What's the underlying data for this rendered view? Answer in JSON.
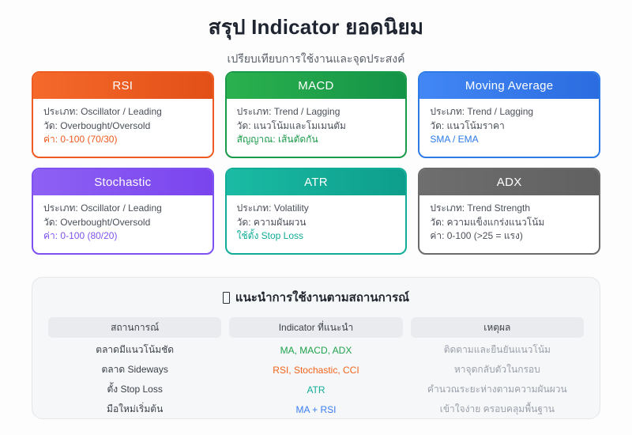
{
  "header": {
    "title": "สรุป Indicator ยอดนิยม",
    "subtitle": "เปรียบเทียบการใช้งานและจุดประสงค์"
  },
  "cards": [
    {
      "name": "RSI",
      "line1": "ประเภท: Oscillator / Leading",
      "line2": "วัด: Overbought/Oversold",
      "value": "ค่า: 0-100 (70/30)",
      "header_from": "#f5692b",
      "header_to": "#e25017",
      "accent": "#ee5a1f",
      "value_color": "#ee5a1f"
    },
    {
      "name": "MACD",
      "line1": "ประเภท: Trend / Lagging",
      "line2": "วัด: แนวโน้มและโมเมนตัม",
      "value": "สัญญาณ: เส้นตัดกัน",
      "header_from": "#2bb14e",
      "header_to": "#149347",
      "accent": "#189a48",
      "value_color": "#189a48"
    },
    {
      "name": "Moving Average",
      "line1": "ประเภท: Trend / Lagging",
      "line2": "วัด: แนวโน้มราคา",
      "value": "SMA / EMA",
      "header_from": "#4287f5",
      "header_to": "#2b6ce0",
      "accent": "#2e7be8",
      "value_color": "#2e7be8"
    },
    {
      "name": "Stochastic",
      "line1": "ประเภท: Oscillator / Leading",
      "line2": "วัด: Overbought/Oversold",
      "value": "ค่า: 0-100 (80/20)",
      "header_from": "#8e61f4",
      "header_to": "#7a44ee",
      "accent": "#7e52f0",
      "value_color": "#7e52f0"
    },
    {
      "name": "ATR",
      "line1": "ประเภท: Volatility",
      "line2": "วัด: ความผันผวน",
      "value": "ใช้ตั้ง Stop Loss",
      "header_from": "#1abba4",
      "header_to": "#0d9e8b",
      "accent": "#10ac97",
      "value_color": "#10ac97"
    },
    {
      "name": "ADX",
      "line1": "ประเภท: Trend Strength",
      "line2": "วัด: ความแข็งแกร่งแนวโน้ม",
      "value": "ค่า: 0-100 (>25 = แรง)",
      "header_from": "#6e6e6e",
      "header_to": "#616161",
      "accent": "#6a6a6a",
      "value_color": "#4a4f59"
    }
  ],
  "guide": {
    "title": "แนะนำการใช้งานตามสถานการณ์",
    "columns": [
      "สถานการณ์",
      "Indicator ที่แนะนำ",
      "เหตุผล"
    ],
    "rows": [
      {
        "situation": "ตลาดมีแนวโน้มชัด",
        "indicator": "MA, MACD, ADX",
        "indicator_color": "#1fa24c",
        "reason": "ติดตามและยืนยันแนวโน้ม"
      },
      {
        "situation": "ตลาด Sideways",
        "indicator": "RSI, Stochastic, CCI",
        "indicator_color": "#f2641c",
        "reason": "หาจุดกลับตัวในกรอบ"
      },
      {
        "situation": "ตั้ง Stop Loss",
        "indicator": "ATR",
        "indicator_color": "#10ac97",
        "reason": "คำนวณระยะห่างตามความผันผวน"
      },
      {
        "situation": "มือใหม่เริ่มต้น",
        "indicator": "MA + RSI",
        "indicator_color": "#3b7df0",
        "reason": "เข้าใจง่าย ครอบคลุมพื้นฐาน"
      }
    ]
  }
}
